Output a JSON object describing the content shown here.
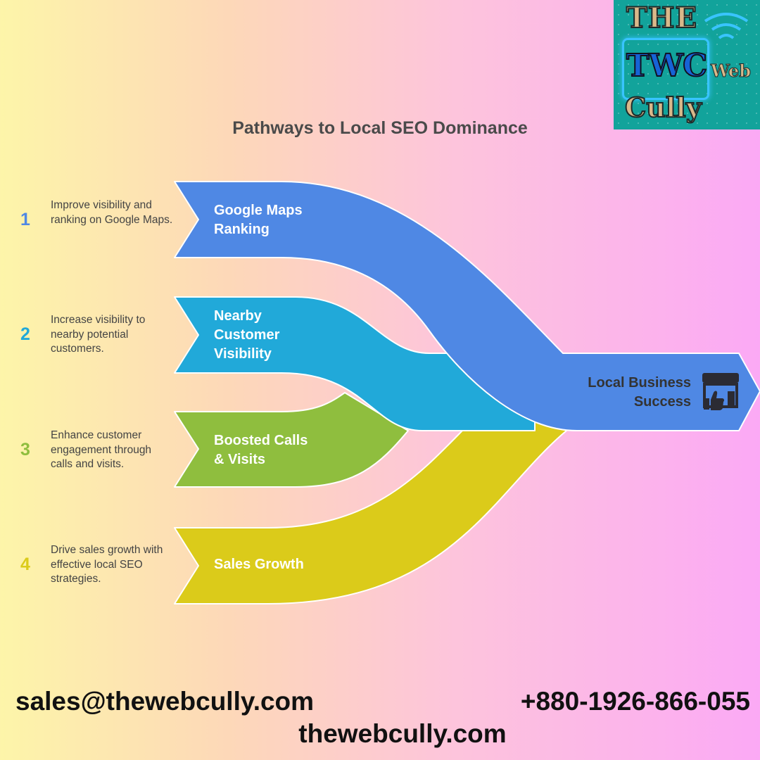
{
  "title": "Pathways to Local SEO Dominance",
  "steps": [
    {
      "number": "1",
      "description": "Improve visibility and ranking on Google Maps.",
      "label": "Google Maps\nRanking",
      "color": "#4f88e4",
      "number_color": "#4f88e4"
    },
    {
      "number": "2",
      "description": "Increase visibility to nearby potential customers.",
      "label": "Nearby\nCustomer\nVisibility",
      "color": "#21a9d9",
      "number_color": "#21a9d9"
    },
    {
      "number": "3",
      "description": "Enhance customer engagement through calls and visits.",
      "label": "Boosted Calls\n& Visits",
      "color": "#8fbe3e",
      "number_color": "#8fbe3e"
    },
    {
      "number": "4",
      "description": "Drive sales growth with effective local SEO strategies.",
      "label": "Sales Growth",
      "color": "#dbcb1a",
      "number_color": "#dbcb1a"
    }
  ],
  "result": {
    "label": "Local Business\nSuccess",
    "icon": "storefront-thumbs-up-icon"
  },
  "logo": {
    "line1": "THE",
    "line2": "TWC",
    "line3": "Cully",
    "side": "Web"
  },
  "footer": {
    "email": "sales@thewebcully.com",
    "phone": "+880-1926-866-055",
    "website": "thewebcully.com"
  }
}
